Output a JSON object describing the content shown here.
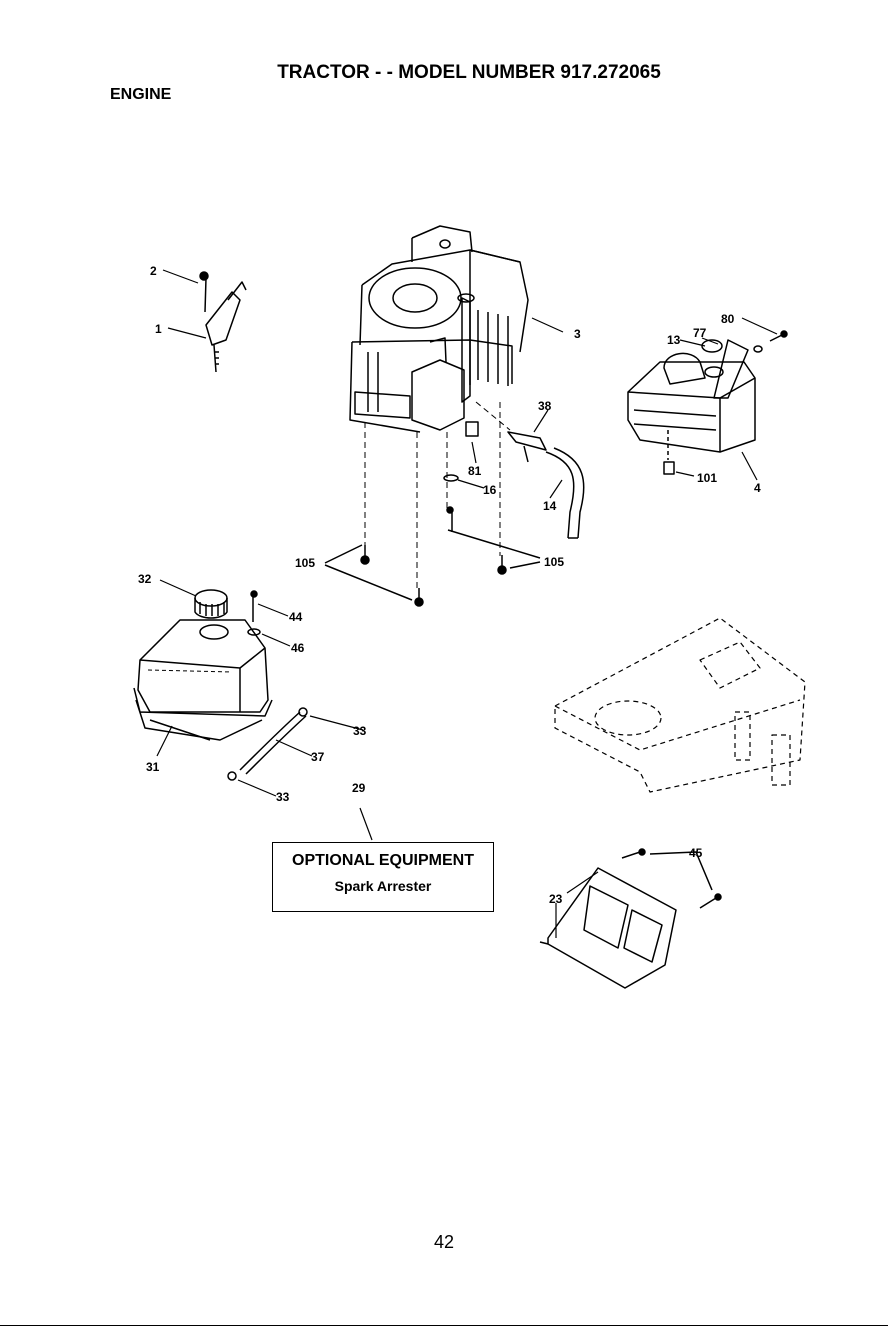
{
  "header": {
    "title": "TRACTOR - - MODEL NUMBER 917.272065",
    "section": "ENGINE"
  },
  "callouts": [
    "2",
    "1",
    "3",
    "80",
    "13",
    "77",
    "38",
    "81",
    "16",
    "14",
    "101",
    "4",
    "105",
    "105",
    "32",
    "44",
    "46",
    "31",
    "33",
    "37",
    "33",
    "29",
    "45",
    "23"
  ],
  "optional_box": {
    "title": "OPTIONAL EQUIPMENT",
    "subtitle": "Spark Arrester"
  },
  "footer": {
    "page_number": "42"
  }
}
